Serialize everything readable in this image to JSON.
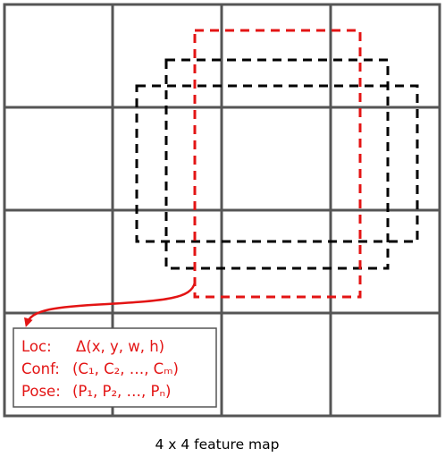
{
  "caption": "4 x 4 feature map",
  "grid": {
    "rows": 4,
    "cols": 4,
    "line_color": "#555555"
  },
  "anchor_boxes": [
    {
      "style": "dashed",
      "color": "#000000",
      "highlighted": false
    },
    {
      "style": "dashed",
      "color": "#000000",
      "highlighted": false
    },
    {
      "style": "dashed",
      "color": "#e31414",
      "highlighted": true
    }
  ],
  "predictions": {
    "loc_label": "Loc:",
    "loc_value": "Δ(x, y, w, h)",
    "conf_label": "Conf:",
    "conf_value": "(C₁, C₂, …, Cₘ)",
    "pose_label": "Pose:",
    "pose_value": "(P₁, P₂, …, Pₙ)"
  },
  "colors": {
    "accent": "#e31414",
    "box_outline": "#555555",
    "text": "#000000"
  }
}
